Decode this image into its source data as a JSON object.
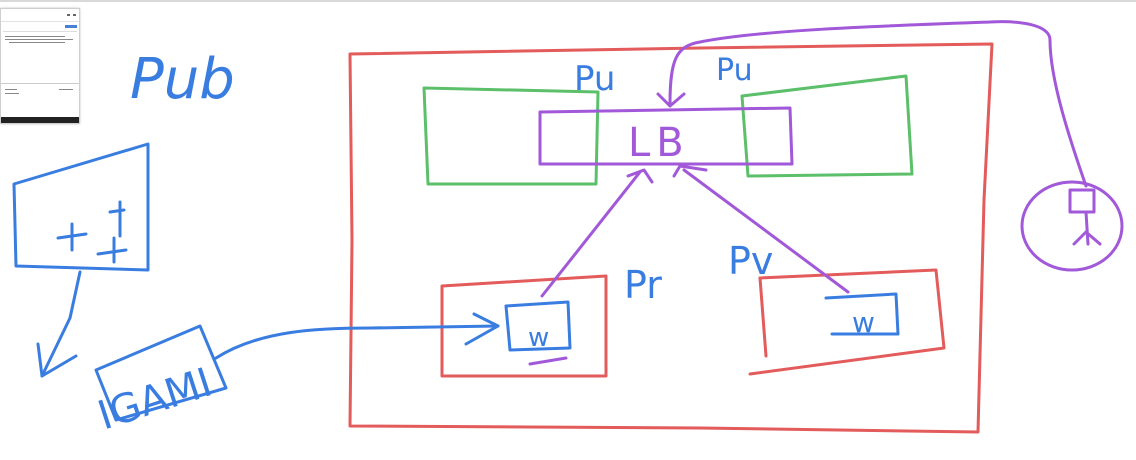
{
  "board": {
    "title": "Pub",
    "load_balancer_label": "LB",
    "public_label_left": "Pu",
    "public_label_right": "Pu",
    "private_label_left": "Pr",
    "private_label_right": "Pv",
    "worker_label_left": "w",
    "worker_label_right": "w",
    "image_label": "IGAMI",
    "template_plus": "+ +",
    "template_plus_lower": "+"
  },
  "colors": {
    "red": "#e35b5b",
    "green": "#5cbf6a",
    "purple": "#a259d9",
    "blue": "#3a7de0",
    "background": "#ffffff"
  }
}
